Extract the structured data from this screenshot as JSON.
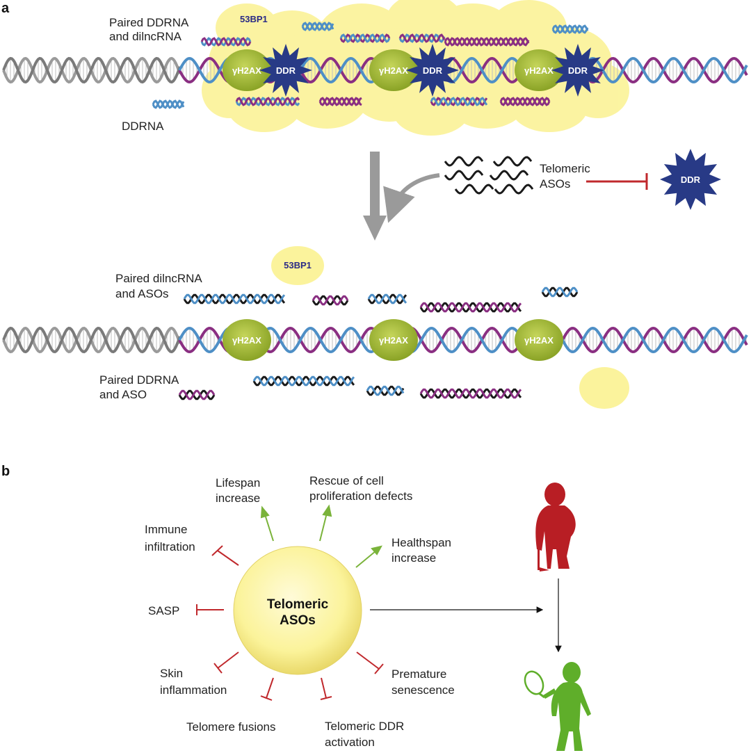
{
  "panel_a": {
    "label": "a",
    "top": {
      "paired_ddrna_line1": "Paired DDRNA",
      "paired_ddrna_line2": "and dilncRNA",
      "ddrna": "DDRNA",
      "bp53": "53BP1",
      "gamma_h2ax": "γH2AX",
      "ddr": "DDR"
    },
    "middle": {
      "telomeric_line1": "Telomeric",
      "telomeric_line2": "ASOs",
      "ddr": "DDR"
    },
    "bottom": {
      "paired_dilnc_line1": "Paired dilncRNA",
      "paired_dilnc_line2": "and ASOs",
      "paired_ddrna_aso_line1": "Paired DDRNA",
      "paired_ddrna_aso_line2": "and ASO",
      "bp53": "53BP1",
      "gamma_h2ax": "γH2AX"
    }
  },
  "panel_b": {
    "label": "b",
    "center_line1": "Telomeric",
    "center_line2": "ASOs",
    "effects": {
      "lifespan_line1": "Lifespan",
      "lifespan_line2": "increase",
      "rescue_line1": "Rescue of cell",
      "rescue_line2": "proliferation defects",
      "healthspan_line1": "Healthspan",
      "healthspan_line2": "increase",
      "immune_line1": "Immune",
      "immune_line2": "infiltration",
      "sasp": "SASP",
      "skin_line1": "Skin",
      "skin_line2": "inflammation",
      "telomere_fusions": "Telomere fusions",
      "ddr_act_line1": "Telomeric DDR",
      "ddr_act_line2": "activation",
      "premature_line1": "Premature",
      "premature_line2": "senescence"
    }
  },
  "colors": {
    "promote": "#7ab33a",
    "inhibit": "#c0282c",
    "strand_blue": "#4e8fc6",
    "strand_purple": "#8a2f82",
    "strand_grey": "#9a9a9a",
    "aso_black": "#1a1a1a",
    "h2ax_green": "#8caa2c",
    "ddr_navy": "#283a86",
    "bp53_yellow": "#fbf39c",
    "elderly_red": "#b81e24",
    "active_green": "#5fae2a"
  }
}
